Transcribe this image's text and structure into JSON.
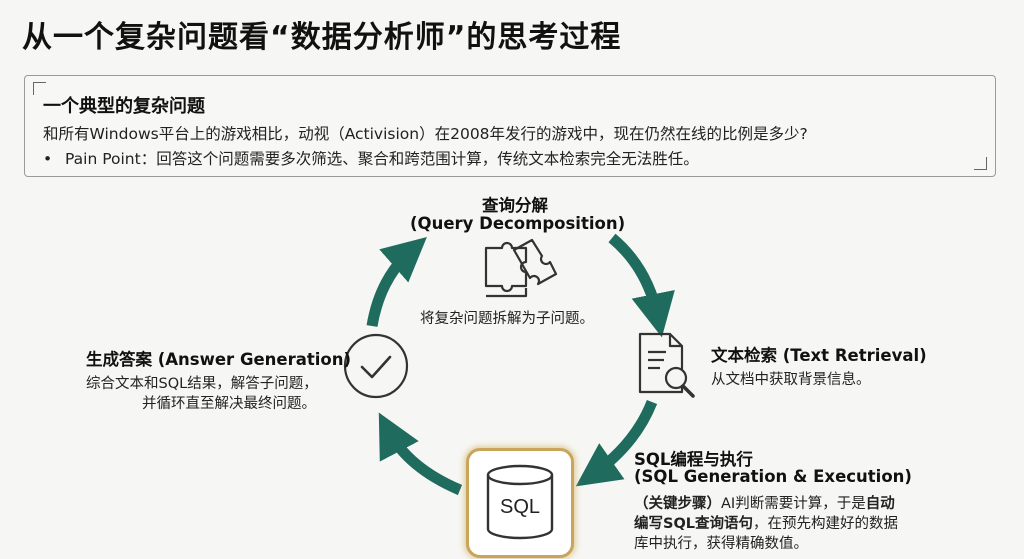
{
  "page": {
    "title": "从一个复杂问题看“数据分析师”的思考过程"
  },
  "problem_box": {
    "heading": "一个典型的复杂问题",
    "question": "和所有Windows平台上的游戏相比，动视（Activision）在2008年发行的游戏中，现在仍然在线的比例是多少?",
    "bullet": "•",
    "pain_point": "Pain Point：回答这个问题需要多次筛选、聚合和跨范围计算，传统文本检索完全无法胜任。"
  },
  "steps": {
    "decomposition": {
      "title_cn": "查询分解",
      "title_en": "(Query Decomposition)",
      "desc": "将复杂问题拆解为子问题。",
      "icon": "puzzle-icon"
    },
    "retrieval": {
      "title": "文本检索 (Text Retrieval)",
      "desc": "从文档中获取背景信息。",
      "icon": "document-search-icon"
    },
    "sql": {
      "title_cn": "SQL编程与执行",
      "title_en": "(SQL Generation & Execution)",
      "desc_1a": "（关键步骤）",
      "desc_1b": "AI判断需要计算，于是",
      "desc_1c": "自动",
      "desc_2a": "编写SQL查询语句",
      "desc_2b": "，在预先构建好的数据",
      "desc_3": "库中执行，获得精确数值。",
      "icon_label": "SQL",
      "icon": "database-icon"
    },
    "answer": {
      "title": "生成答案 (Answer Generation)",
      "desc_1": "综合文本和SQL结果，解答子问题，",
      "desc_2": "并循环直至解决最终问题。",
      "icon": "check-circle-icon"
    }
  },
  "colors": {
    "arrow": "#1f6b5e",
    "highlight_border": "#c8a55a"
  }
}
